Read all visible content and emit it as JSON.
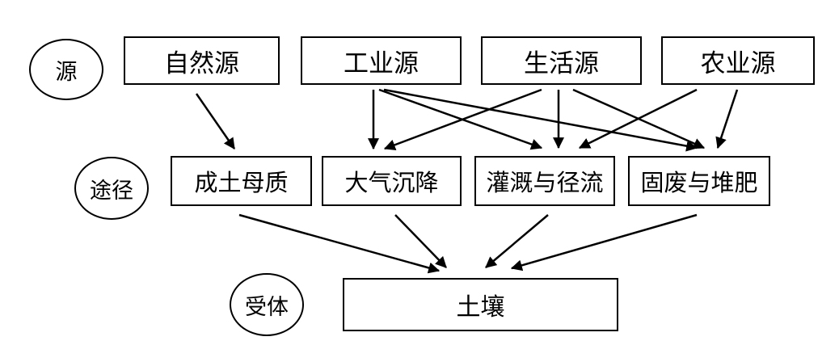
{
  "levels": {
    "source": "源",
    "pathway": "途径",
    "receptor": "受体"
  },
  "sources": [
    {
      "id": "natural",
      "label": "自然源"
    },
    {
      "id": "industrial",
      "label": "工业源"
    },
    {
      "id": "domestic",
      "label": "生活源"
    },
    {
      "id": "agricultural",
      "label": "农业源"
    }
  ],
  "pathways": [
    {
      "id": "parent",
      "label": "成土母质"
    },
    {
      "id": "deposition",
      "label": "大气沉降"
    },
    {
      "id": "irrigation",
      "label": "灌溉与径流"
    },
    {
      "id": "waste",
      "label": "固废与堆肥"
    }
  ],
  "receptor": {
    "id": "soil",
    "label": "土壤"
  },
  "edges": [
    [
      "natural",
      "parent"
    ],
    [
      "industrial",
      "deposition"
    ],
    [
      "industrial",
      "irrigation"
    ],
    [
      "industrial",
      "waste"
    ],
    [
      "domestic",
      "deposition"
    ],
    [
      "domestic",
      "irrigation"
    ],
    [
      "domestic",
      "waste"
    ],
    [
      "agricultural",
      "irrigation"
    ],
    [
      "agricultural",
      "waste"
    ],
    [
      "parent",
      "soil"
    ],
    [
      "deposition",
      "soil"
    ],
    [
      "irrigation",
      "soil"
    ],
    [
      "waste",
      "soil"
    ]
  ]
}
